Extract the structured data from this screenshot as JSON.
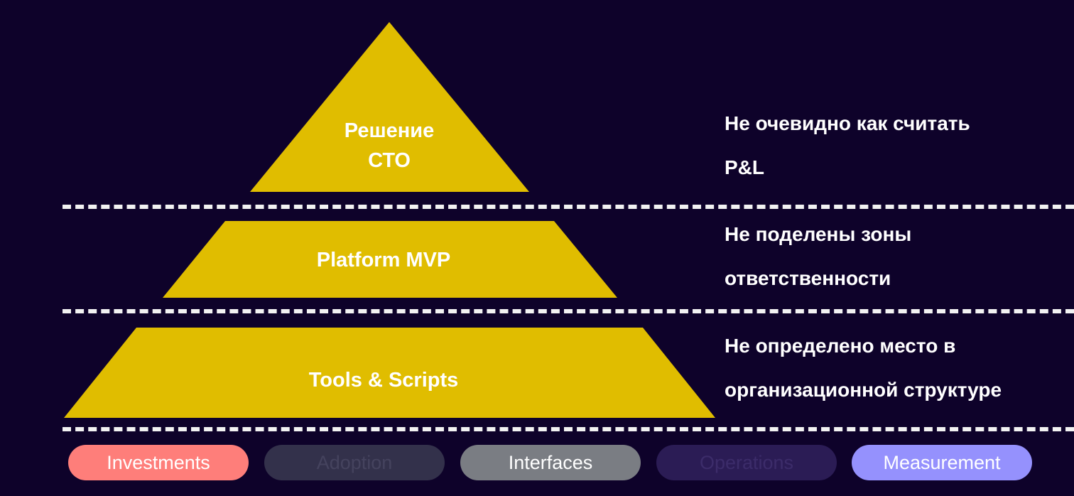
{
  "pyramid": {
    "color": "#e0bd00",
    "tiers": [
      {
        "label_line1": "Решение",
        "label_line2": "СТО"
      },
      {
        "label": "Platform MVP"
      },
      {
        "label": "Tools & Scripts"
      }
    ]
  },
  "notes": [
    {
      "line1": "Не очевидно как считать",
      "line2": "P&L"
    },
    {
      "line1": "Не поделены зоны",
      "line2": "ответственности"
    },
    {
      "line1": "Не определено место в",
      "line2": "организационной структуре"
    }
  ],
  "tabs": [
    {
      "label": "Investments",
      "bg": "#fe7e7a",
      "fg": "#ffffff"
    },
    {
      "label": "Adoption",
      "bg": "#33314b",
      "fg": "#45435e"
    },
    {
      "label": "Interfaces",
      "bg": "#7a7d83",
      "fg": "#ffffff"
    },
    {
      "label": "Operations",
      "bg": "#2b1c55",
      "fg": "#3c2c6a"
    },
    {
      "label": "Measurement",
      "bg": "#9591fd",
      "fg": "#ffffff"
    }
  ]
}
